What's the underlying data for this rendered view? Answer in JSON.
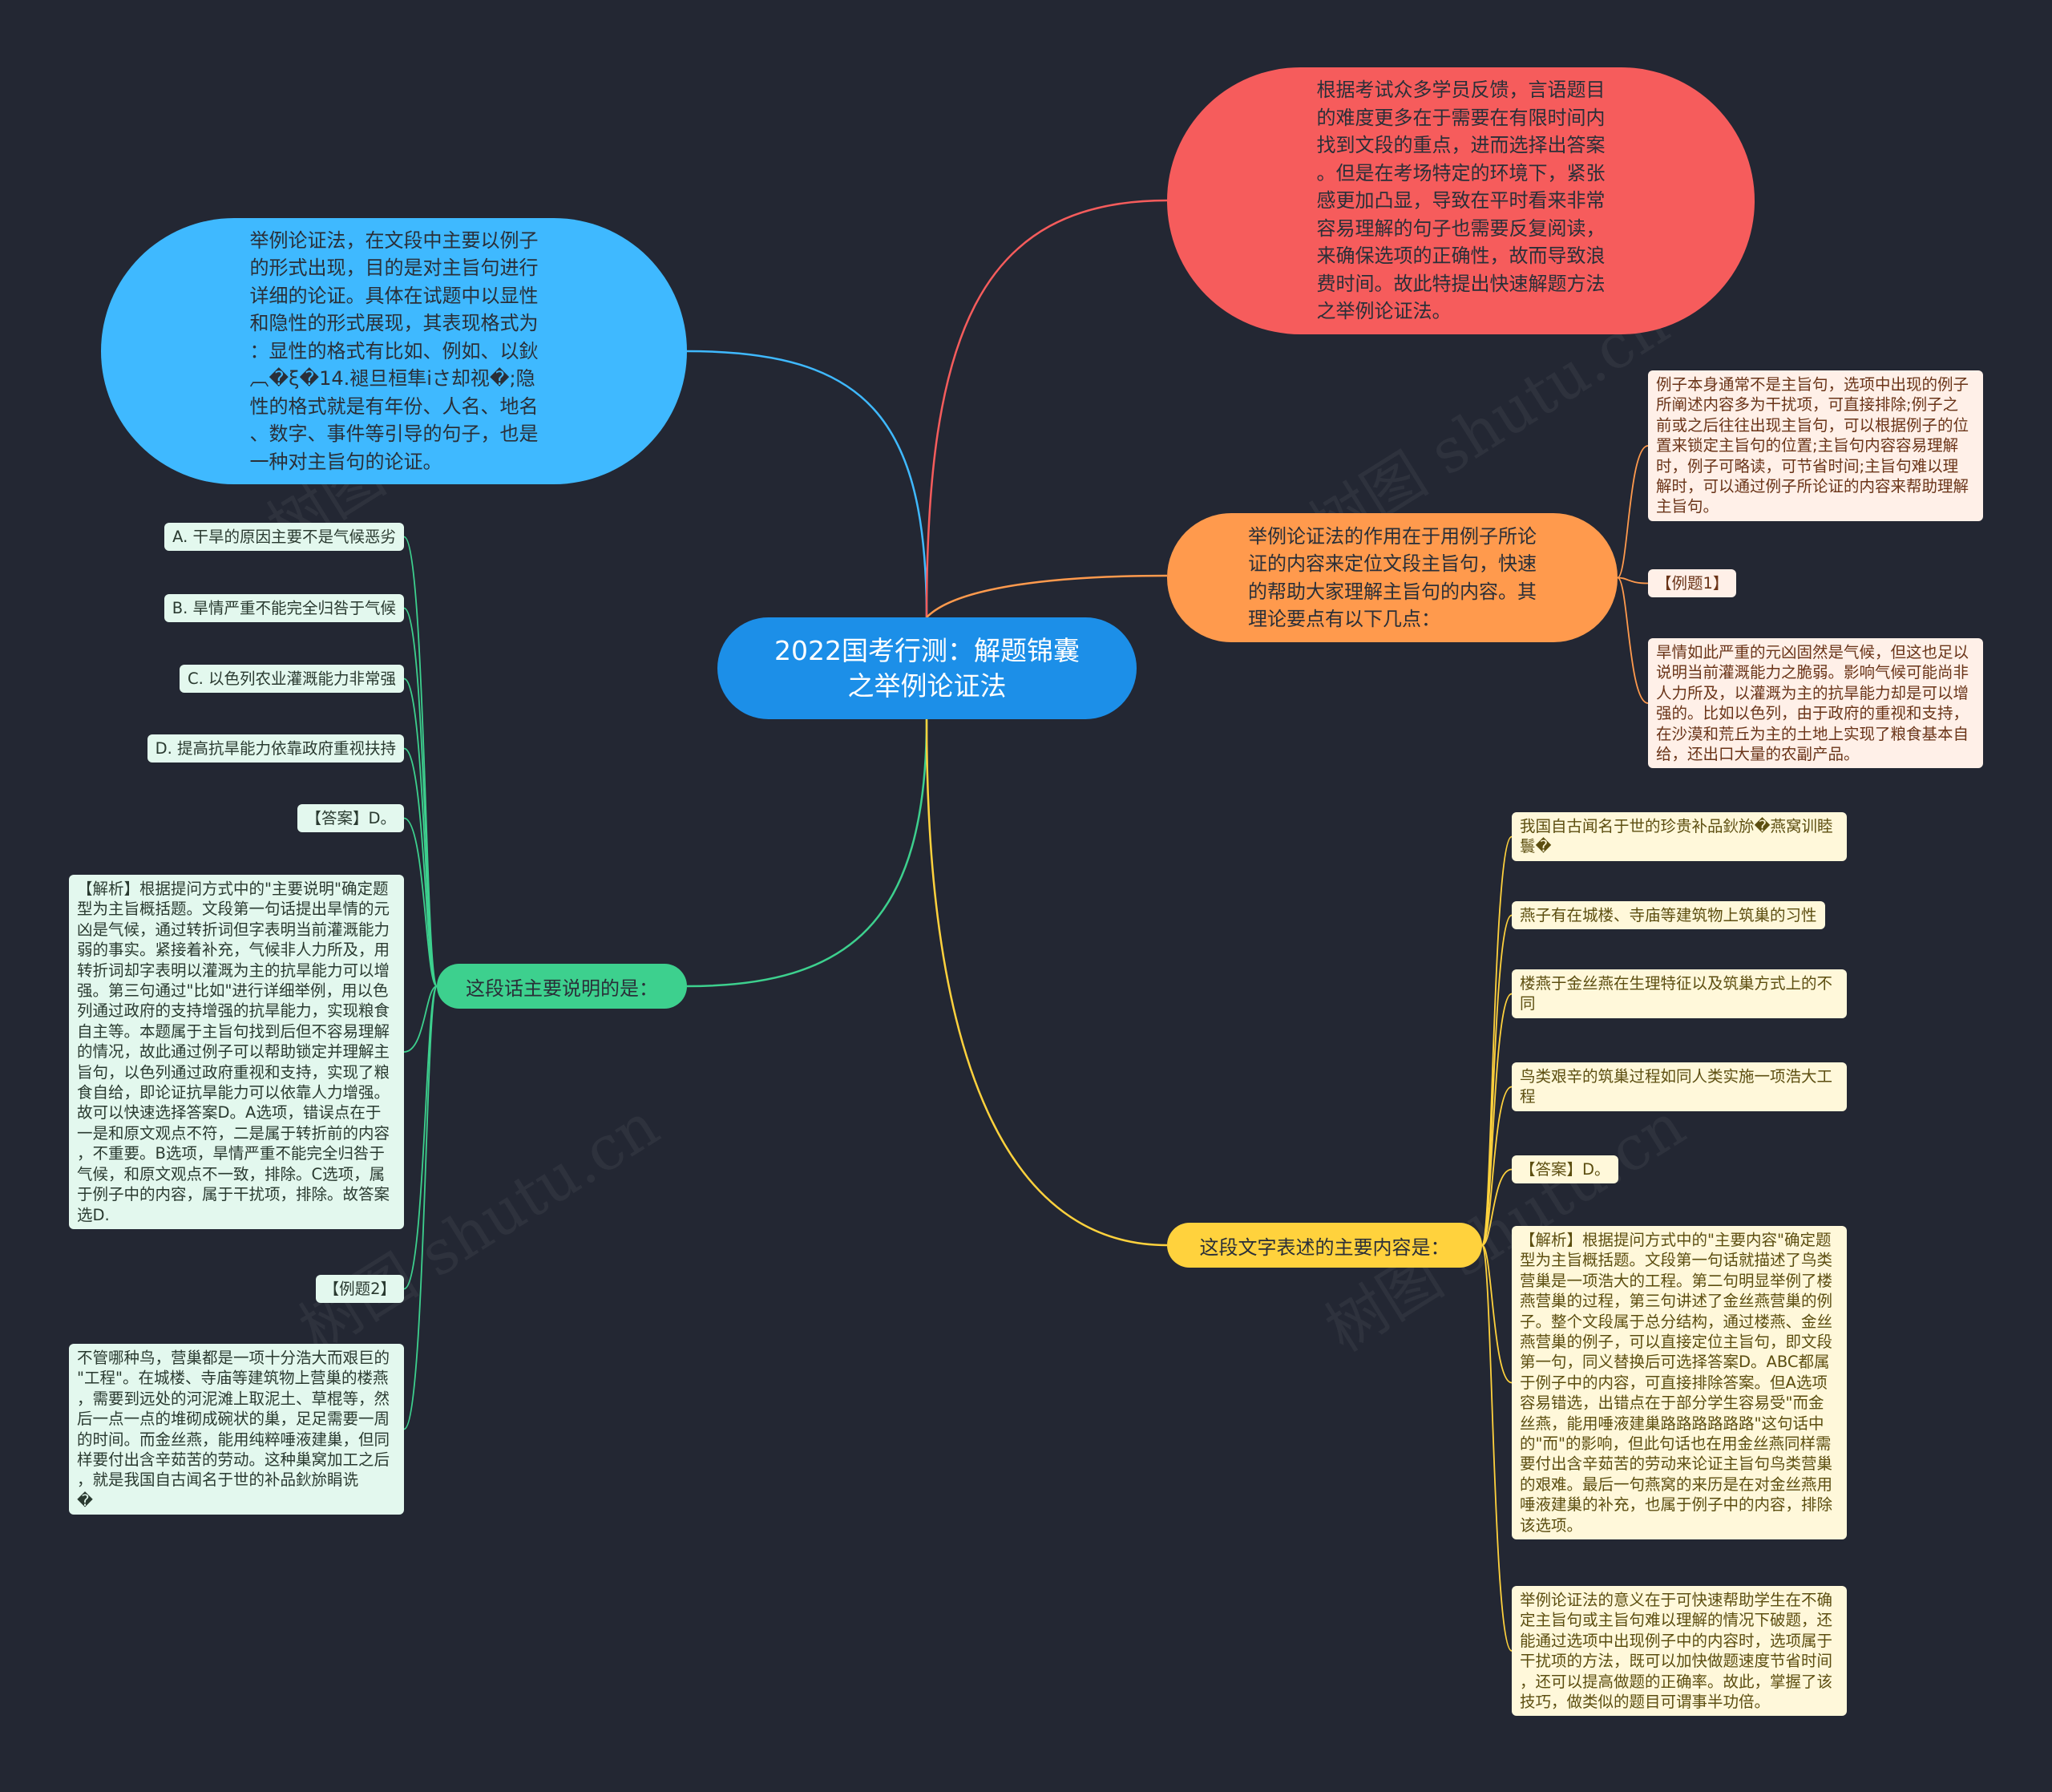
{
  "root": {
    "title": "2022国考行测：解题锦囊\n之举例论证法"
  },
  "branches": {
    "blue": {
      "text": "举例论证法，在文段中主要以例子\n的形式出现，目的是对主旨句进行\n详细的论证。具体在试题中以显性\n和隐性的形式展现，其表现格式为\n：显性的格式有比如、例如、以鈥\n︹�ξ�14.褪旦桓隼ⅰさ却视�;隐\n性的格式就是有年份、人名、地名\n、数字、事件等引导的句子，也是\n一种对主旨句的论证。"
    },
    "red": {
      "text": "根据考试众多学员反馈，言语题目\n的难度更多在于需要在有限时间内\n找到文段的重点，进而选择出答案\n。但是在考场特定的环境下，紧张\n感更加凸显，导致在平时看来非常\n容易理解的句子也需要反复阅读，\n来确保选项的正确性，故而导致浪\n费时间。故此特提出快速解题方法\n之举例论证法。"
    },
    "orange": {
      "text": "举例论证法的作用在于用例子所论\n证的内容来定位文段主旨句，快速\n的帮助大家理解主旨句的内容。其\n理论要点有以下几点：",
      "leaves": [
        "例子本身通常不是主旨句，选项中出现的例子\n所阐述内容多为干扰项，可直接排除;例子之\n前或之后往往出现主旨句，可以根据例子的位\n置来锁定主旨句的位置;主旨句内容容易理解\n时，例子可略读，可节省时间;主旨句难以理\n解时，可以通过例子所论证的内容来帮助理解\n主旨句。",
        "【例题1】",
        "旱情如此严重的元凶固然是气候，但这也足以\n说明当前灌溉能力之脆弱。影响气候可能尚非\n人力所及，以灌溉为主的抗旱能力却是可以增\n强的。比如以色列，由于政府的重视和支持，\n在沙漠和荒丘为主的土地上实现了粮食基本自\n给，还出口大量的农副产品。"
      ]
    },
    "green": {
      "text": "这段话主要说明的是：",
      "leaves": [
        "A. 干旱的原因主要不是气候恶劣",
        "B. 旱情严重不能完全归咎于气候",
        "C. 以色列农业灌溉能力非常强",
        "D. 提高抗旱能力依靠政府重视扶持",
        "【答案】D。",
        "【解析】根据提问方式中的\"主要说明\"确定题\n型为主旨概括题。文段第一句话提出旱情的元\n凶是气候，通过转折词但字表明当前灌溉能力\n弱的事实。紧接着补充，气候非人力所及，用\n转折词却字表明以灌溉为主的抗旱能力可以增\n强。第三句通过\"比如\"进行详细举例，用以色\n列通过政府的支持增强的抗旱能力，实现粮食\n自主等。本题属于主旨句找到后但不容易理解\n的情况，故此通过例子可以帮助锁定并理解主\n旨句，以色列通过政府重视和支持，实现了粮\n食自给，即论证抗旱能力可以依靠人力增强。\n故可以快速选择答案D。A选项，错误点在于\n一是和原文观点不符，二是属于转折前的内容\n，不重要。B选项，旱情严重不能完全归咎于\n气候，和原文观点不一致，排除。C选项，属\n于例子中的内容，属于干扰项，排除。故答案\n选D.",
        "【例题2】",
        "不管哪种鸟，营巢都是一项十分浩大而艰巨的\n\"工程\"。在城楼、寺庙等建筑物上营巢的楼燕\n，需要到远处的河泥滩上取泥土、草棍等，然\n后一点一点的堆砌成碗状的巢，足足需要一周\n的时间。而金丝燕，能用纯粹唾液建巢，但同\n样要付出含辛茹苦的劳动。这种巢窝加工之后\n，就是我国自古闻名于世的补品鈥旀睊诜\n�"
      ]
    },
    "yellow": {
      "text": "这段文字表述的主要内容是：",
      "leaves": [
        "我国自古闻名于世的珍贵补品鈥旀�燕窝训睦\n鬟�",
        "燕子有在城楼、寺庙等建筑物上筑巢的习性",
        "楼燕于金丝燕在生理特征以及筑巢方式上的不\n同",
        "鸟类艰辛的筑巢过程如同人类实施一项浩大工\n程",
        "【答案】D。",
        "【解析】根据提问方式中的\"主要内容\"确定题\n型为主旨概括题。文段第一句话就描述了鸟类\n营巢是一项浩大的工程。第二句明显举例了楼\n燕营巢的过程，第三句讲述了金丝燕营巢的例\n子。整个文段属于总分结构，通过楼燕、金丝\n燕营巢的例子，可以直接定位主旨句，即文段\n第一句，同义替换后可选择答案D。ABC都属\n于例子中的内容，可直接排除答案。但A选项\n容易错选，出错点在于部分学生容易受\"而金\n丝燕，能用唾液建巢路路路路路路\"这句话中\n的\"而\"的影响，但此句话也在用金丝燕同样需\n要付出含辛茹苦的劳动来论证主旨句鸟类营巢\n的艰难。最后一句燕窝的来历是在对金丝燕用\n唾液建巢的补充，也属于例子中的内容，排除\n该选项。",
        "举例论证法的意义在于可快速帮助学生在不确\n定主旨句或主旨句难以理解的情况下破题，还\n能通过选项中出现例子中的内容时，选项属于\n干扰项的方法，既可以加快做题速度节省时间\n，还可以提高做题的正确率。故此，掌握了该\n技巧，做类似的题目可谓事半功倍。"
      ]
    }
  },
  "watermark": {
    "text": "树图 shutu.cn"
  },
  "colors": {
    "background": "#232733",
    "root": "#1c8fe8",
    "blue": "#3fb9ff",
    "red": "#f65c5c",
    "orange": "#ff9a4d",
    "green": "#3dd08e",
    "yellow": "#ffd23d"
  }
}
